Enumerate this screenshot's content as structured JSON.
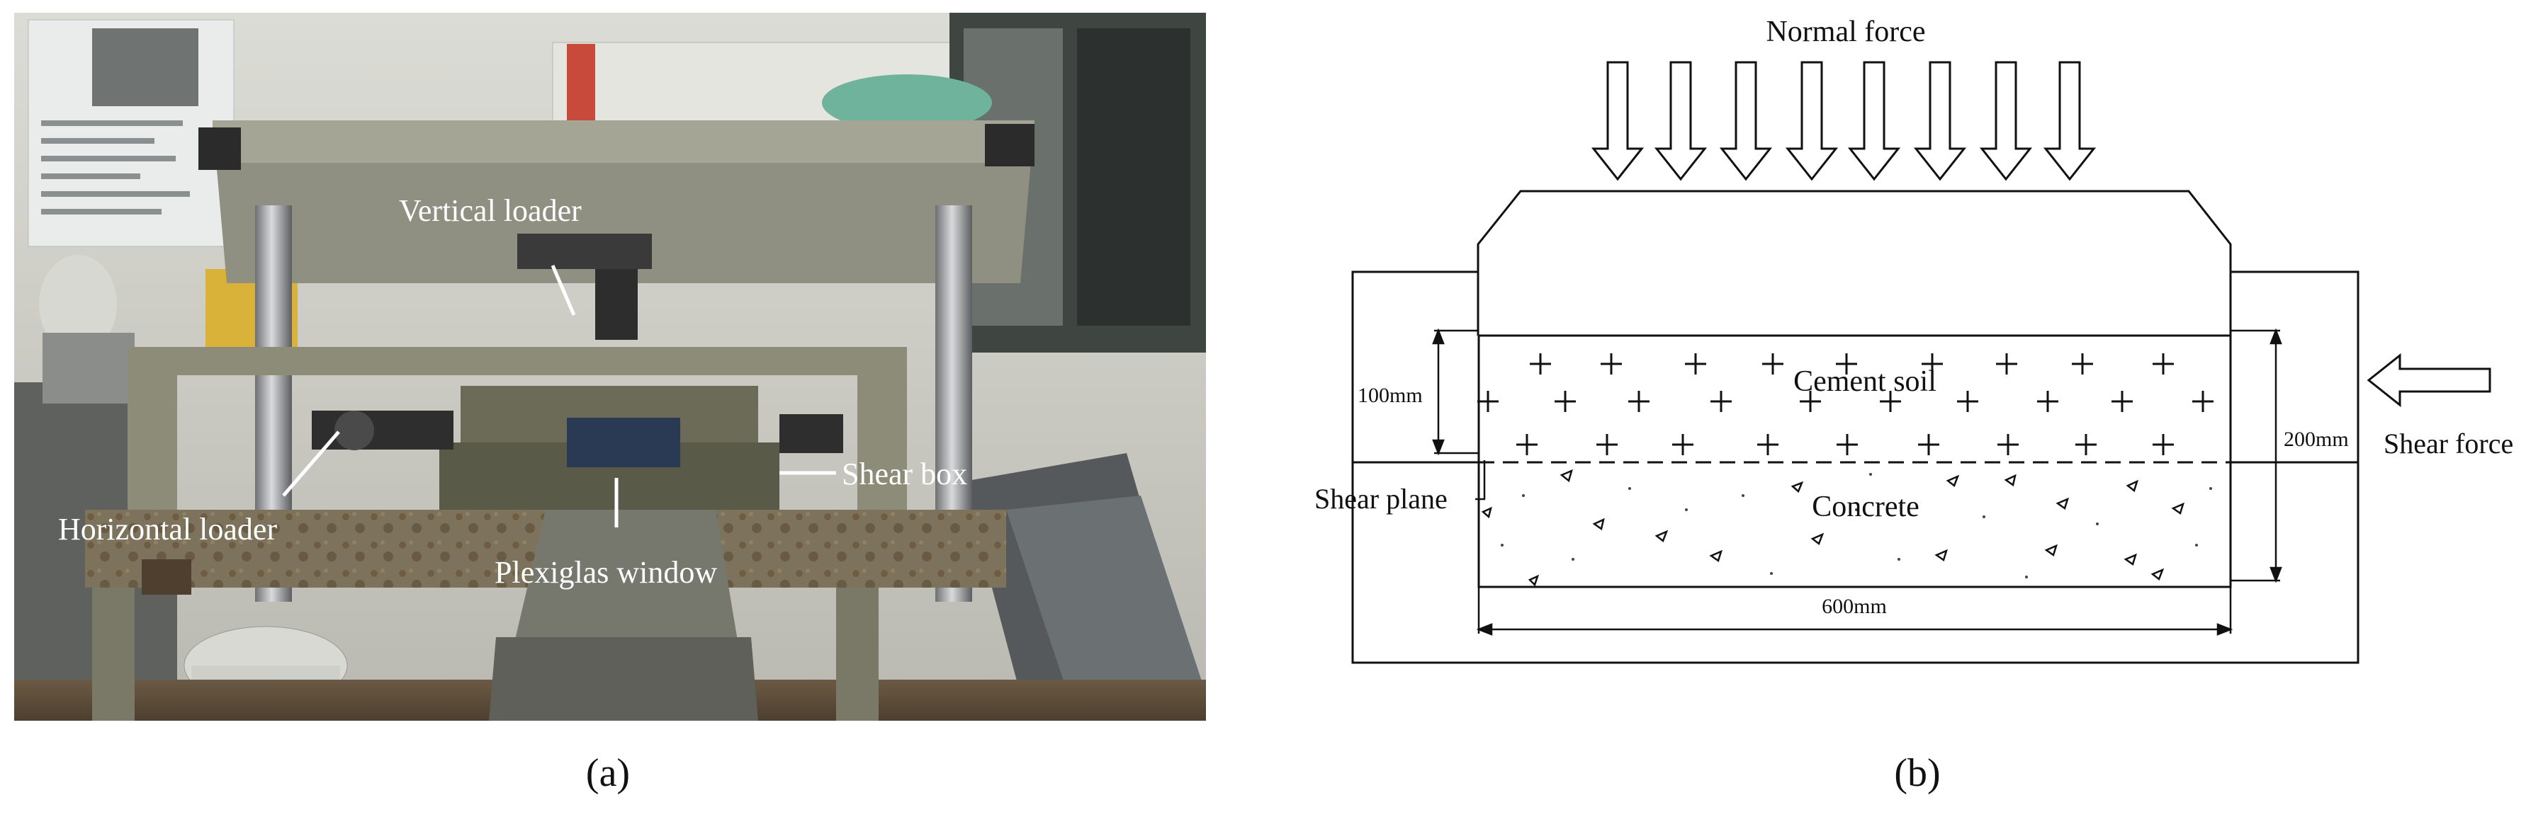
{
  "panel_a": {
    "caption": "(a)",
    "labels": {
      "vertical_loader": "Vertical loader",
      "horizontal_loader": "Horizontal loader",
      "shear_box": "Shear box",
      "plexiglas_window": "Plexiglas window"
    }
  },
  "panel_b": {
    "caption": "(b)",
    "labels": {
      "normal_force": "Normal force",
      "shear_force": "Shear force",
      "cement_soil": "Cement soil",
      "concrete": "Concrete",
      "shear_plane": "Shear plane",
      "dim_100": "100mm",
      "dim_200": "200mm",
      "dim_600": "600mm"
    }
  },
  "colors": {
    "annotation_text": "#ffffff",
    "diagram_line": "#111111",
    "photo_wall": "#cfd0cb",
    "machine_frame": "#8c8c78"
  }
}
